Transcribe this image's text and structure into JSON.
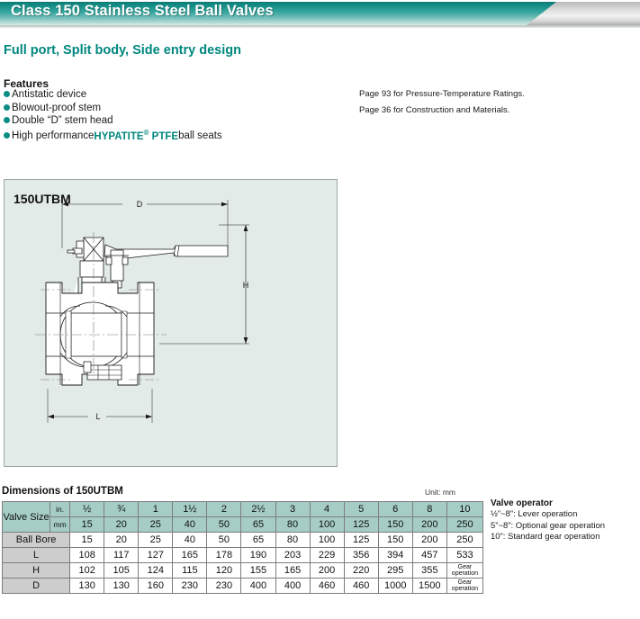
{
  "header": {
    "title": "Class 150 Stainless Steel Ball Valves",
    "accent_color": "#0e7a74",
    "silver_color": "#d2d2d2"
  },
  "subtitle": "Full port, Split body, Side entry design",
  "features": {
    "heading": "Features",
    "items": [
      {
        "text": "Antistatic device"
      },
      {
        "text": "Blowout-proof stem"
      },
      {
        "text": "Double “D” stem head"
      },
      {
        "prefix": "High performance ",
        "brand": "HYPATITE",
        "sup": "®",
        "brand_tail": " PTFE",
        "suffix": " ball seats"
      }
    ],
    "bullet_color": "#0b8d85"
  },
  "page_refs": [
    "Page 93 for Pressure-Temperature Ratings.",
    "Page 36 for Construction and Materials."
  ],
  "illustration": {
    "label": "150UTBM",
    "background_color": "#e3ebe8",
    "dimension_labels": {
      "d": "D",
      "h": "H",
      "l": "L"
    }
  },
  "table": {
    "title": "Dimensions of 150UTBM",
    "unit_note": "Unit: mm",
    "valve_size_label": "Valve Size",
    "unit_rows": {
      "inch": "in.",
      "mm": "mm"
    },
    "sizes_inch": [
      "½",
      "¾",
      "1",
      "1½",
      "2",
      "2½",
      "3",
      "4",
      "5",
      "6",
      "8",
      "10"
    ],
    "sizes_mm": [
      "15",
      "20",
      "25",
      "40",
      "50",
      "65",
      "80",
      "100",
      "125",
      "150",
      "200",
      "250"
    ],
    "gear_text_line1": "Gear",
    "gear_text_line2": "operation",
    "rows": [
      {
        "label": "Ball Bore",
        "values": [
          "15",
          "20",
          "25",
          "40",
          "50",
          "65",
          "80",
          "100",
          "125",
          "150",
          "200",
          "250"
        ]
      },
      {
        "label": "L",
        "values": [
          "108",
          "117",
          "127",
          "165",
          "178",
          "190",
          "203",
          "229",
          "356",
          "394",
          "457",
          "533"
        ]
      },
      {
        "label": "H",
        "values": [
          "102",
          "105",
          "124",
          "115",
          "120",
          "155",
          "165",
          "200",
          "220",
          "295",
          "355",
          "GEAR"
        ]
      },
      {
        "label": "D",
        "values": [
          "130",
          "130",
          "160",
          "230",
          "230",
          "400",
          "400",
          "460",
          "460",
          "1000",
          "1500",
          "GEAR"
        ]
      }
    ],
    "header_bg": "#a5cdc5",
    "rowlabel_bg": "#cdcdcd"
  },
  "valve_operator": {
    "title": "Valve operator",
    "lines": [
      "½”~8”: Lever operation",
      "5”~8”: Optional gear operation",
      "10”: Standard gear operation"
    ]
  }
}
